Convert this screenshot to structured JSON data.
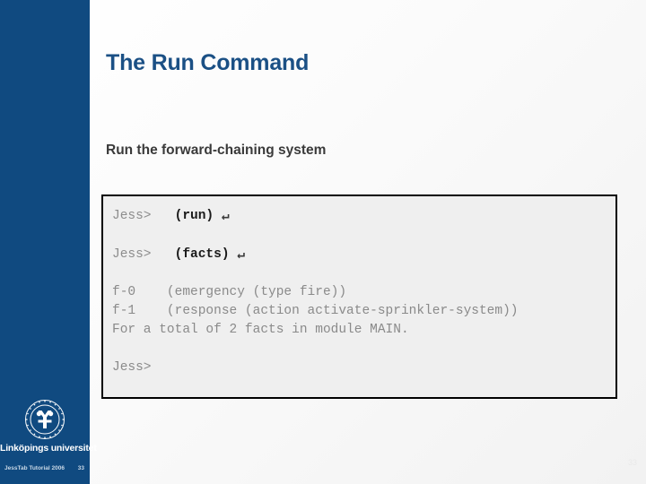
{
  "slide": {
    "title": "The Run Command",
    "subtitle": "Run the forward-chaining system"
  },
  "colors": {
    "sidebar_blue": "#104a80",
    "title_blue": "#1b5085",
    "subtitle_gray": "#3a3a3a",
    "code_bg": "#efefef",
    "code_border": "#000000",
    "code_text_gray": "#8a8a8a",
    "code_text_bold": "#1a1a1a"
  },
  "console": {
    "line1_prompt": "Jess>",
    "line1_command": "(run)",
    "line1_return_symbol": "↵",
    "line2_prompt": "Jess>",
    "line2_command": "(facts)",
    "line2_return_symbol": "↵",
    "output": [
      "f-0    (emergency (type fire))",
      "f-1    (response (action activate-sprinkler-system))",
      "For a total of 2 facts in module MAIN."
    ],
    "line_last_prompt": "Jess>"
  },
  "branding": {
    "wordmark": "Linköpings universitet",
    "seal_ring_text": "LINKÖPINGS UNIVERSITET",
    "footer_text": "JessTab Tutorial 2006",
    "footer_page": "33",
    "corner_page_number": "33"
  }
}
